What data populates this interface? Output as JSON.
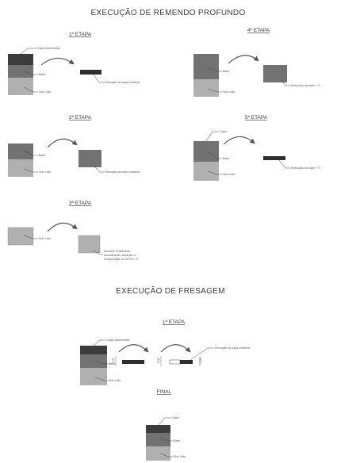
{
  "titles": {
    "remendo": "EXECUÇÃO DE REMENDO PROFUNDO",
    "fresagem": "EXECUÇÃO DE FRESAGEM"
  },
  "stages": {
    "r1": "1ª ETAPA",
    "r2": "2ª ETAPA",
    "r3": "3ª ETAPA",
    "r4": "4ª ETAPA",
    "r5": "5ª ETAPA",
    "f1": "1ª ETAPA",
    "final": "FINAL"
  },
  "labels": {
    "capa_deteriorada": "Capa Deteriorada",
    "capa": "Capa",
    "base": "Base",
    "sub_leito": "Sub-Leito",
    "remocao_capa": "Remoção da capa existente",
    "remocao_base": "Remoção da base existente",
    "execucao_base": "Execução da base + Tr",
    "execucao_capa": "Execução da capa + Tr",
    "aumento_line1": "Aumento Tratamento",
    "aumento_line2": "escarificação, aeração, e",
    "aumento_line3": "compactação à 100% m. Tr",
    "dim_before": "3,00",
    "dim_after": "3,00"
  },
  "colors": {
    "capa": "#3c3c3c",
    "base": "#727272",
    "subleito": "#b0b0b0",
    "dark_strip": "#2e2e2e",
    "ink": "#3a3a3a"
  }
}
